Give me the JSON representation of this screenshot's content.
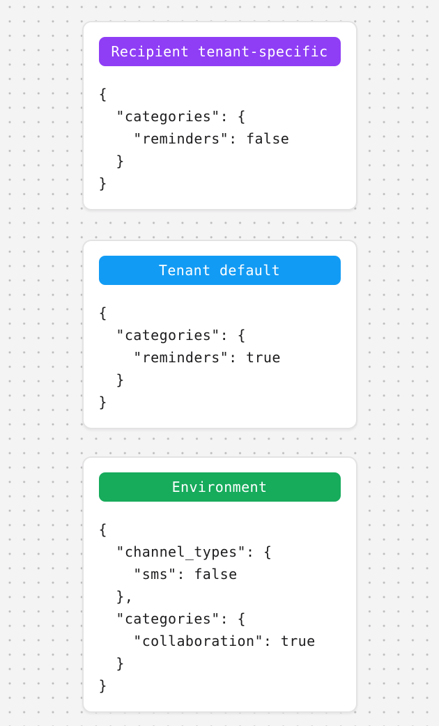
{
  "page": {
    "background_color": "#f5f4f5",
    "dot_color": "#bcbcbc",
    "card_background": "#ffffff",
    "code_text_color": "#1d1d1f"
  },
  "cards": [
    {
      "id": "recipient-tenant-specific",
      "badge": {
        "label": "Recipient tenant-specific",
        "color": "#8F3EF5",
        "text_color": "#ffffff"
      },
      "code": "{\n  \"categories\": {\n    \"reminders\": false\n  }\n}"
    },
    {
      "id": "tenant-default",
      "badge": {
        "label": "Tenant default",
        "color": "#129BF4",
        "text_color": "#ffffff"
      },
      "code": "{\n  \"categories\": {\n    \"reminders\": true\n  }\n}"
    },
    {
      "id": "environment",
      "badge": {
        "label": "Environment",
        "color": "#17AB5C",
        "text_color": "#ffffff"
      },
      "code": "{\n  \"channel_types\": {\n    \"sms\": false\n  },\n  \"categories\": {\n    \"collaboration\": true\n  }\n}"
    }
  ]
}
